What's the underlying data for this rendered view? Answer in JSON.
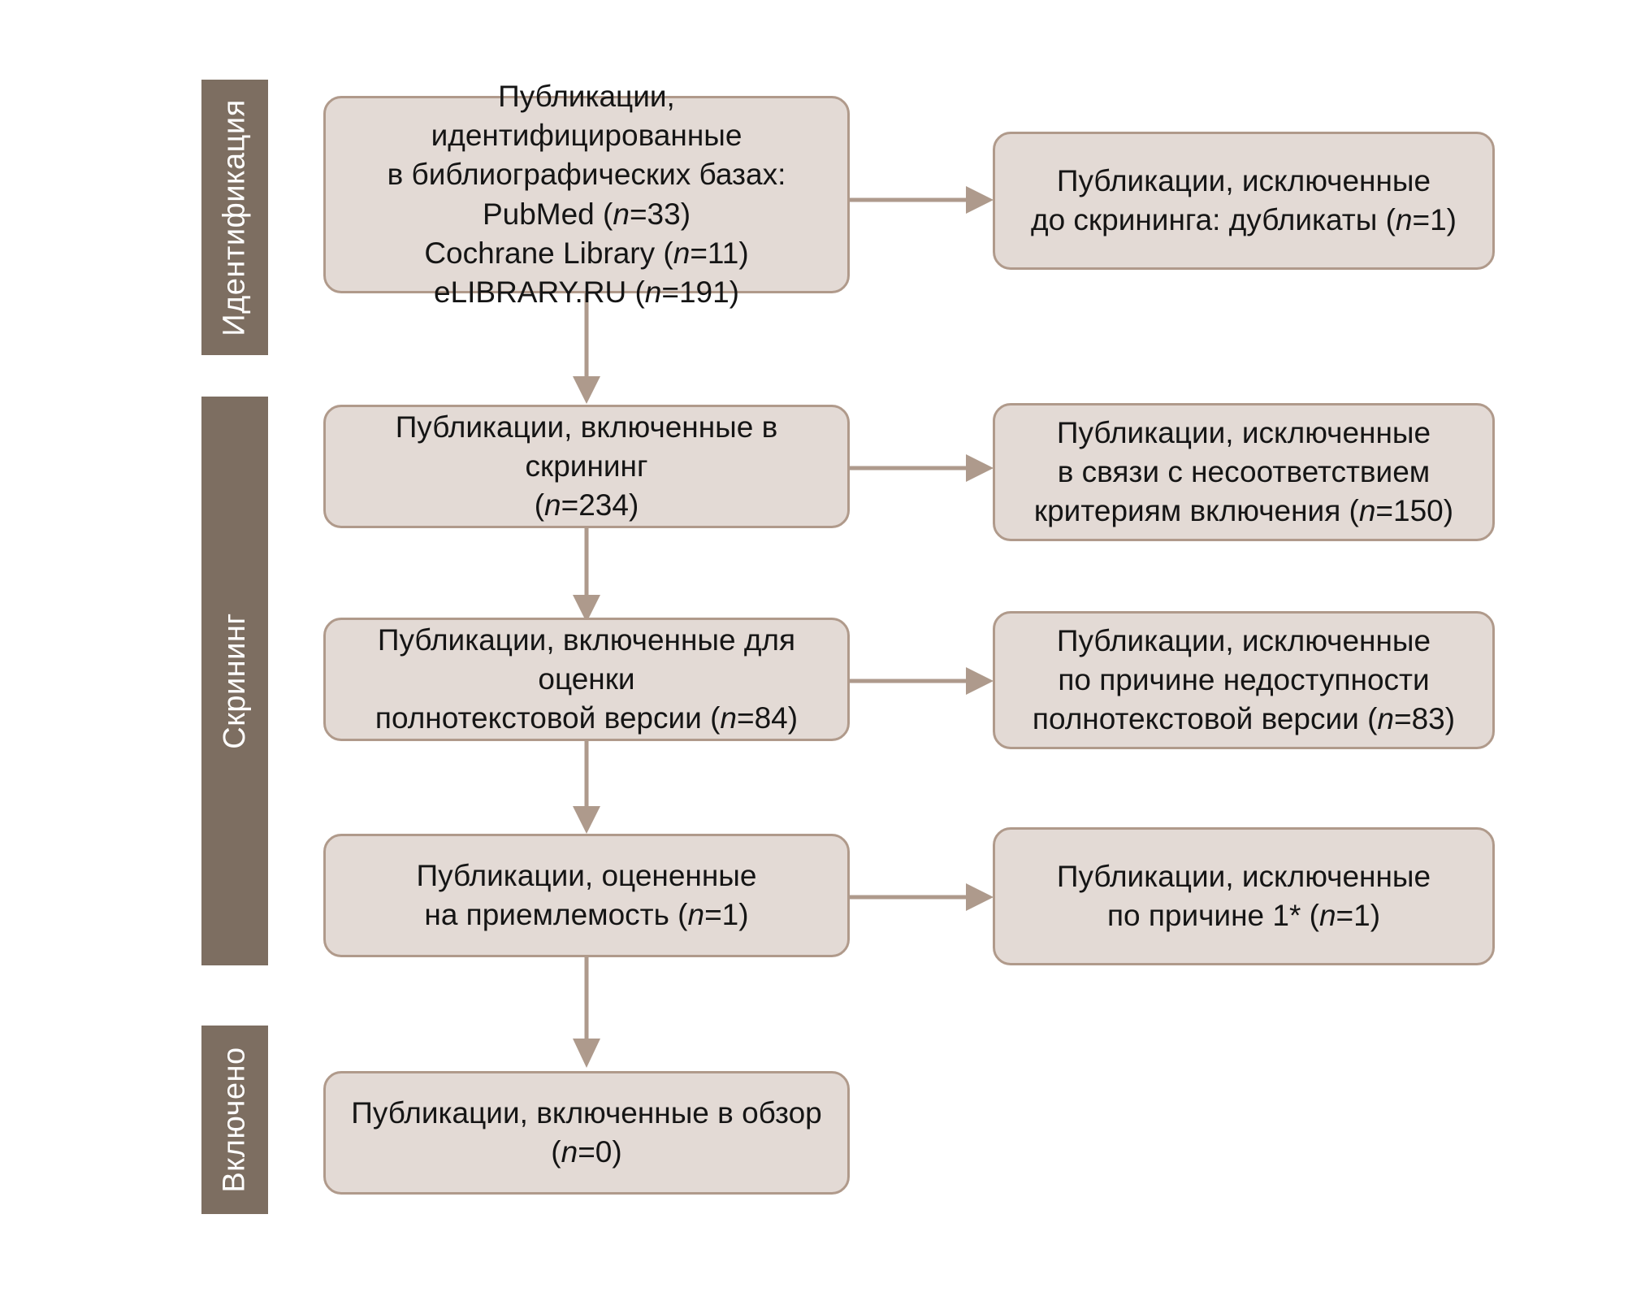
{
  "diagram": {
    "title": "PRISMA flow diagram",
    "colors": {
      "stage_bar": "#7D6E61",
      "stage_label_text": "#FFFFFF",
      "box_fill": "#E3DAD5",
      "box_border": "#B09A8B",
      "connector": "#AE9A8C",
      "box_text": "#151515",
      "background": "#FFFFFF"
    }
  },
  "stages": [
    {
      "id": "identification",
      "label": "Идентификация"
    },
    {
      "id": "screening",
      "label": "Скрининг"
    },
    {
      "id": "included",
      "label": "Включено"
    }
  ],
  "boxes": {
    "identified": {
      "lines": [
        "Публикации, идентифицированные",
        "в библиографических базах:",
        "PubMed (n=33)",
        "Cochrane Library (n=11)",
        "eLIBRARY.RU (n=191)"
      ],
      "counts": {
        "PubMed": 33,
        "Cochrane Library": 11,
        "eLIBRARY.RU": 191
      }
    },
    "excluded_duplicates": {
      "lines": [
        "Публикации, исключенные",
        "до скрининга: дубликаты (n=1)"
      ],
      "count": 1
    },
    "screened": {
      "lines": [
        "Публикации, включенные в скрининг",
        "(n=234)"
      ],
      "count": 234
    },
    "excluded_criteria": {
      "lines": [
        "Публикации, исключенные",
        "в связи с несоответствием",
        "критериям включения (n=150)"
      ],
      "count": 150
    },
    "fulltext_assessed": {
      "lines": [
        "Публикации, включенные для оценки",
        "полнотекстовой версии (n=84)"
      ],
      "count": 84
    },
    "excluded_unavailable": {
      "lines": [
        "Публикации, исключенные",
        "по причине недоступности",
        "полнотекстовой версии (n=83)"
      ],
      "count": 83
    },
    "eligibility_assessed": {
      "lines": [
        "Публикации, оцененные",
        "на приемлемость (n=1)"
      ],
      "count": 1
    },
    "excluded_reason1": {
      "lines": [
        "Публикации, исключенные",
        "по причине 1* (n=1)"
      ],
      "count": 1
    },
    "included_review": {
      "lines": [
        "Публикации, включенные в обзор",
        "(n=0)"
      ],
      "count": 0
    }
  }
}
